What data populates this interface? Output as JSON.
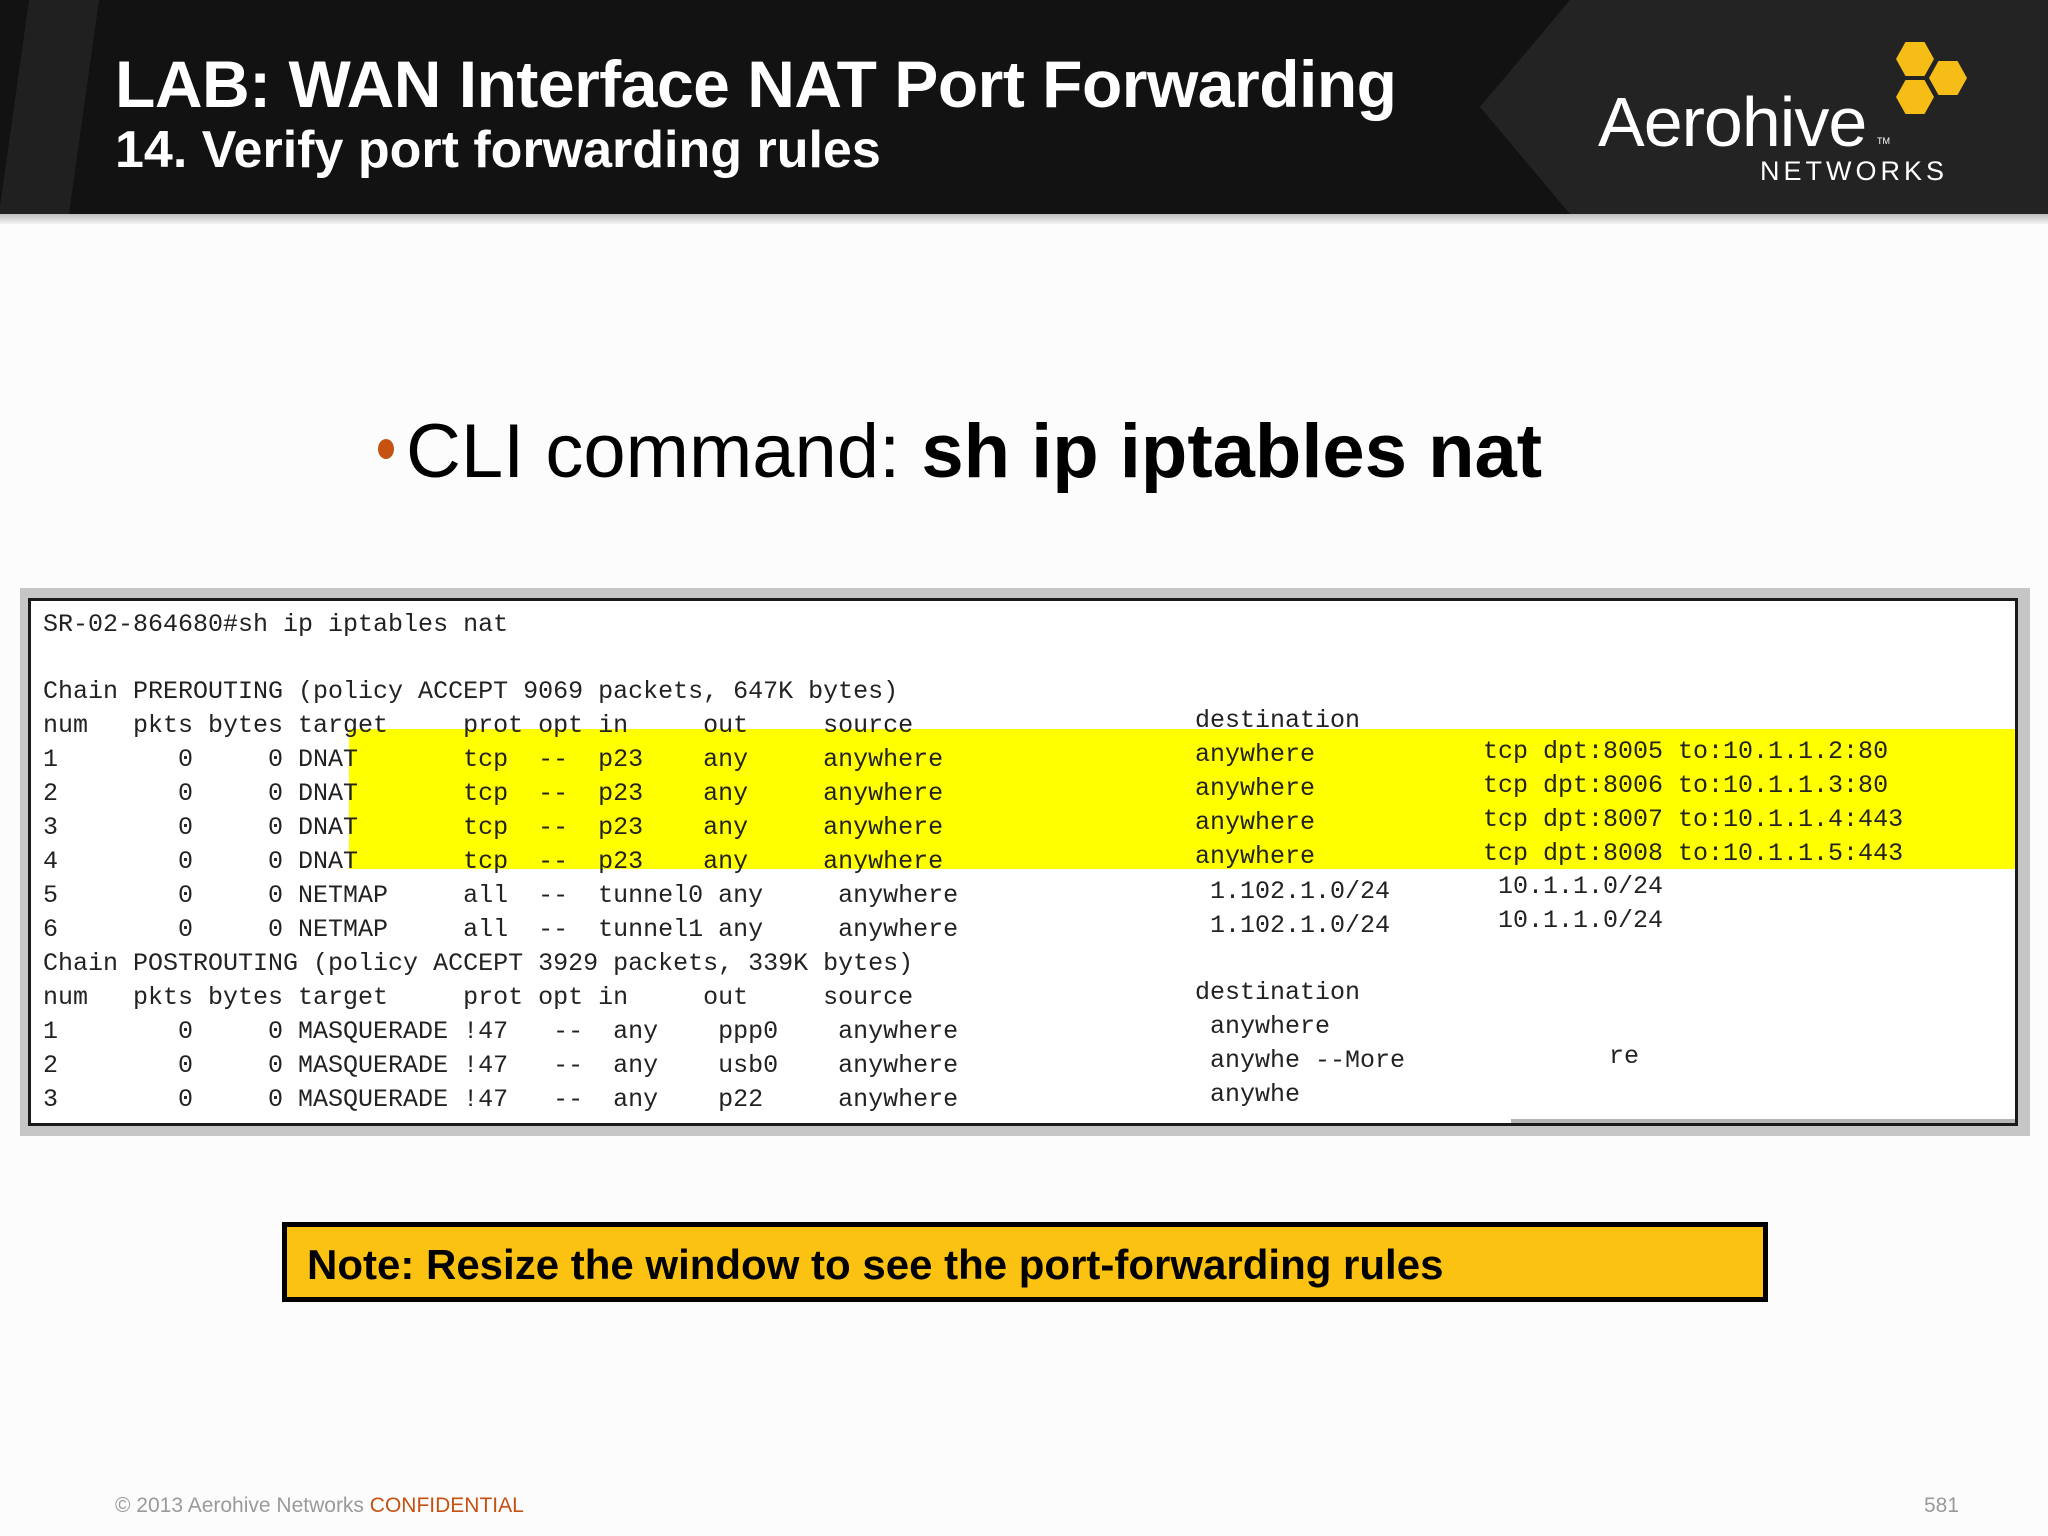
{
  "header": {
    "title": "LAB: WAN Interface NAT Port Forwarding",
    "subtitle": "14. Verify port forwarding rules",
    "logo": {
      "word": "Aerohive",
      "tm": "TM",
      "sub": "NETWORKS",
      "hex_color": "#f6bd17"
    }
  },
  "bullet": {
    "prefix": "CLI command: ",
    "command": "sh ip iptables nat",
    "dot_color": "#c55212"
  },
  "terminal": {
    "prompt_line": "SR-02-864680#sh ip iptables nat",
    "prerouting": {
      "chain_line": "Chain PREROUTING (policy ACCEPT 9069 packets, 647K bytes)",
      "header": "num   pkts bytes target     prot opt in     out     source",
      "header_dest": "destination",
      "rows": [
        {
          "left": "1        0     0 DNAT       tcp  --  p23    any     anywhere",
          "dest": "anywhere",
          "extra": "tcp dpt:8005 to:10.1.1.2:80"
        },
        {
          "left": "2        0     0 DNAT       tcp  --  p23    any     anywhere",
          "dest": "anywhere",
          "extra": "tcp dpt:8006 to:10.1.1.3:80"
        },
        {
          "left": "3        0     0 DNAT       tcp  --  p23    any     anywhere",
          "dest": "anywhere",
          "extra": "tcp dpt:8007 to:10.1.1.4:443"
        },
        {
          "left": "4        0     0 DNAT       tcp  --  p23    any     anywhere",
          "dest": "anywhere",
          "extra": "tcp dpt:8008 to:10.1.1.5:443"
        },
        {
          "left": "5        0     0 NETMAP     all  --  tunnel0 any     anywhere",
          "dest": " 1.102.1.0/24",
          "extra": " 10.1.1.0/24"
        },
        {
          "left": "6        0     0 NETMAP     all  --  tunnel1 any     anywhere",
          "dest": " 1.102.1.0/24",
          "extra": " 10.1.1.0/24"
        }
      ]
    },
    "postrouting": {
      "chain_line": "Chain POSTROUTING (policy ACCEPT 3929 packets, 339K bytes)",
      "header": "num   pkts bytes target     prot opt in     out     source",
      "header_dest": "destination",
      "rows": [
        {
          "left": "1        0     0 MASQUERADE !47   --  any    ppp0    anywhere",
          "dest": " anywhere",
          "extra": ""
        },
        {
          "left": "2        0     0 MASQUERADE !47   --  any    usb0    anywhere",
          "dest": " anywhe --More",
          "extra": "re"
        },
        {
          "left": "3        0     0 MASQUERADE !47   --  any    p22     anywhere",
          "dest": " anywhe",
          "extra": ""
        }
      ]
    },
    "highlight_color": "#ffff00"
  },
  "note": {
    "text": "Note: Resize the window to see the port-forwarding rules",
    "bg_color": "#fcc211"
  },
  "footer": {
    "copyright": "© 2013 Aerohive Networks ",
    "confidential": "CONFIDENTIAL",
    "page_number": "581"
  }
}
